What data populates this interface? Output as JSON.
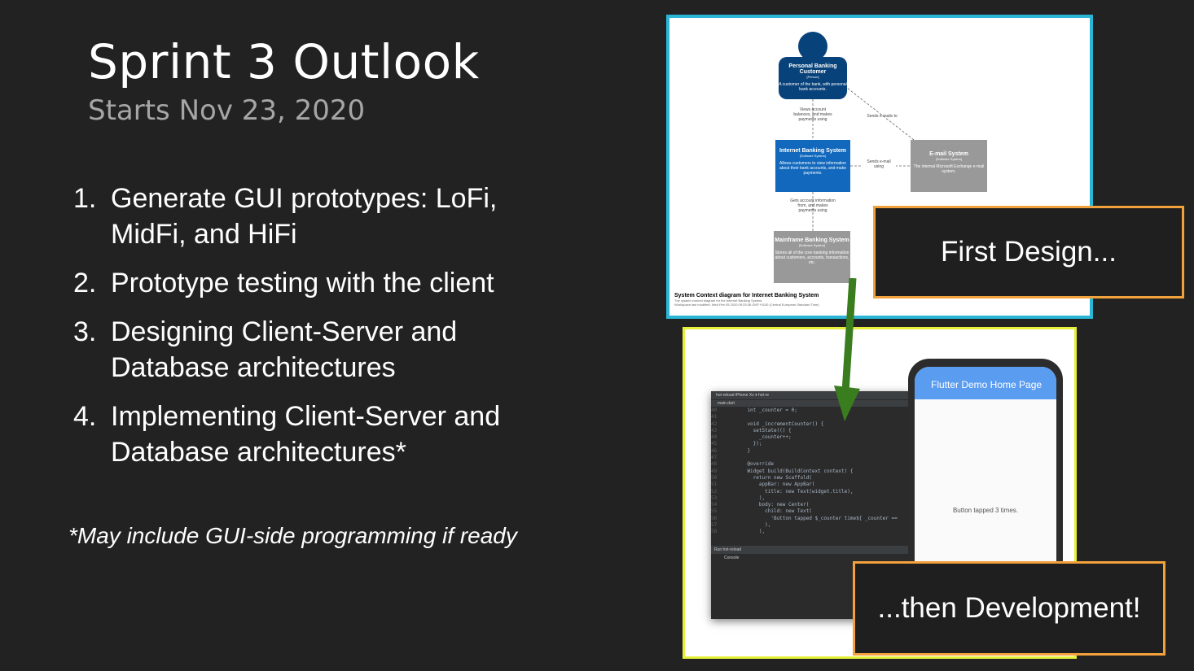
{
  "slide": {
    "title": "Sprint 3 Outlook",
    "subtitle": "Starts Nov 23, 2020",
    "items": [
      {
        "num": "1.",
        "text": "Generate GUI prototypes: LoFi, MidFi, and HiFi"
      },
      {
        "num": "2.",
        "text": "Prototype testing with the client"
      },
      {
        "num": "3.",
        "text": "Designing Client-Server and Database architectures"
      },
      {
        "num": "4.",
        "text": "Implementing Client-Server and Database architectures*"
      }
    ],
    "footnote": "*May include GUI-side programming if ready"
  },
  "diagram": {
    "customer": {
      "title": "Personal Banking Customer",
      "stereo": "[Person]",
      "desc": "A customer of the bank, with personal bank accounts."
    },
    "ibs": {
      "title": "Internet Banking System",
      "stereo": "[Software System]",
      "desc": "Allows customers to view information about their bank accounts, and make payments."
    },
    "email": {
      "title": "E-mail System",
      "stereo": "[Software System]",
      "desc": "The internal Microsoft Exchange e-mail system."
    },
    "mainframe": {
      "title": "Mainframe Banking System",
      "stereo": "[Software System]",
      "desc": "Stores all of the core banking information about customers, accounts, transactions, etc."
    },
    "edge1": "Views account balances, and makes payments using",
    "edge2": "Sends e-mails to",
    "edge3": "Sends e-mail using",
    "edge4": "Gets account information from, and makes payments using",
    "caption": "System Context diagram for Internet Banking System",
    "caption_sub1": "The system context diagram for the Internet Banking System.",
    "caption_sub2": "Workspace last modified: Wed Feb 05 2020 09:33:36 GMT+0100 (Central European Standard Time)",
    "colors": {
      "person": "#08427b",
      "system": "#1168bd",
      "external": "#999999",
      "frame": "#2bb5d5",
      "arrow": "#3a7d1e"
    }
  },
  "dev": {
    "ide_toolbar": "hot-reload   iPhone Xs ▾   hot-re",
    "ide_tab": "main.dart",
    "code_lines": [
      {
        "n": "40",
        "t": "    int _counter = 0;"
      },
      {
        "n": "41",
        "t": ""
      },
      {
        "n": "42",
        "t": "    void _incrementCounter() {"
      },
      {
        "n": "43",
        "t": "      setState(() {"
      },
      {
        "n": "44",
        "t": "        _counter++;"
      },
      {
        "n": "45",
        "t": "      });"
      },
      {
        "n": "46",
        "t": "    }"
      },
      {
        "n": "47",
        "t": ""
      },
      {
        "n": "48",
        "t": "    @override"
      },
      {
        "n": "49",
        "t": "    Widget build(BuildContext context) {"
      },
      {
        "n": "50",
        "t": "      return new Scaffold("
      },
      {
        "n": "51",
        "t": "        appBar: new AppBar("
      },
      {
        "n": "52",
        "t": "          title: new Text(widget.title),"
      },
      {
        "n": "53",
        "t": "        ),"
      },
      {
        "n": "54",
        "t": "        body: new Center("
      },
      {
        "n": "55",
        "t": "          child: new Text("
      },
      {
        "n": "56",
        "t": "            'Button tapped $_counter time${ _counter =="
      },
      {
        "n": "57",
        "t": "          ),"
      },
      {
        "n": "58",
        "t": "        ),"
      }
    ],
    "run_label": "Run   hot-reload",
    "console_label": "Console",
    "app_title": "Flutter Demo Home Page",
    "tap_text": "Button tapped 3 times."
  },
  "callouts": {
    "design": "First Design...",
    "development": "...then Development!"
  }
}
